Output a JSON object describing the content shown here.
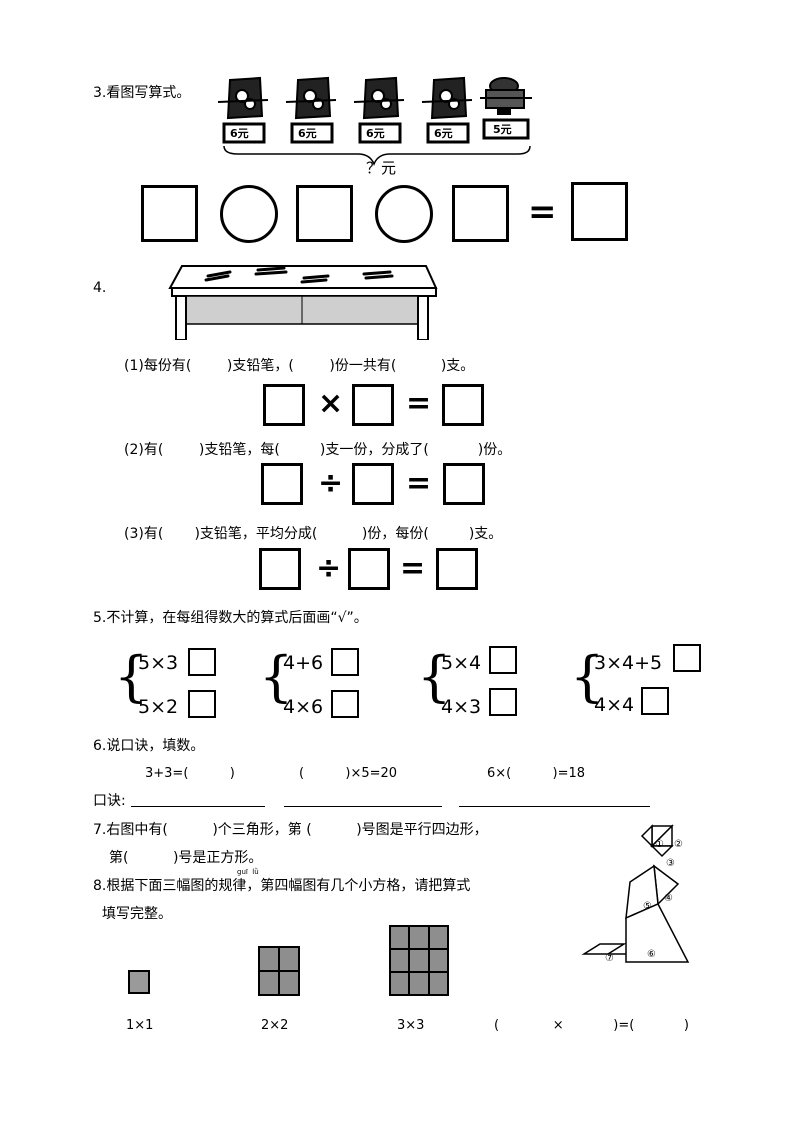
{
  "q3": {
    "title": "3.看图写算式。",
    "prices": [
      "6元",
      "6元",
      "6元",
      "6元",
      "5元"
    ],
    "total": "？元",
    "equals": "="
  },
  "q4": {
    "number": "4.",
    "line1": "(1)每份有(        )支铅笔，(        )份一共有(          )支。",
    "line2": "(2)有(        )支铅笔，每(         )支一份，分成了(           )份。",
    "line3": "(3)有(       )支铅笔，平均分成(          )份，每份(         )支。",
    "op_times": "×",
    "op_div": "÷",
    "op_eq": "="
  },
  "q5": {
    "title": "5.不计算，在每组得数大的算式后面画“√”。",
    "groups": [
      [
        "5×3",
        "5×2"
      ],
      [
        "4+6",
        "4×6"
      ],
      [
        "5×4",
        "4×3"
      ],
      [
        "3×4+5",
        "4×4"
      ]
    ]
  },
  "q6": {
    "title": "6.说口诀，填数。",
    "e1": "3+3=(          )",
    "e2": "(          )×5=20",
    "e3": "6×(          )=18",
    "koujue": "口诀:"
  },
  "q7": {
    "line1": "7.右图中有(          )个三角形，第 (          )号图是平行四边形，",
    "line2": "第(          )号是正方形。",
    "shape_labels": [
      "①",
      "②",
      "③",
      "④",
      "⑤",
      "⑥",
      "⑦"
    ]
  },
  "q8": {
    "line1": "8.根据下面三幅图的规律，第四幅图有几个小方格，请把算式",
    "ruby": "guī  lǜ",
    "line2": "填写完整。",
    "labels": [
      "1×1",
      "2×2",
      "3×3"
    ],
    "answer": "(             ×            )=(            )"
  }
}
